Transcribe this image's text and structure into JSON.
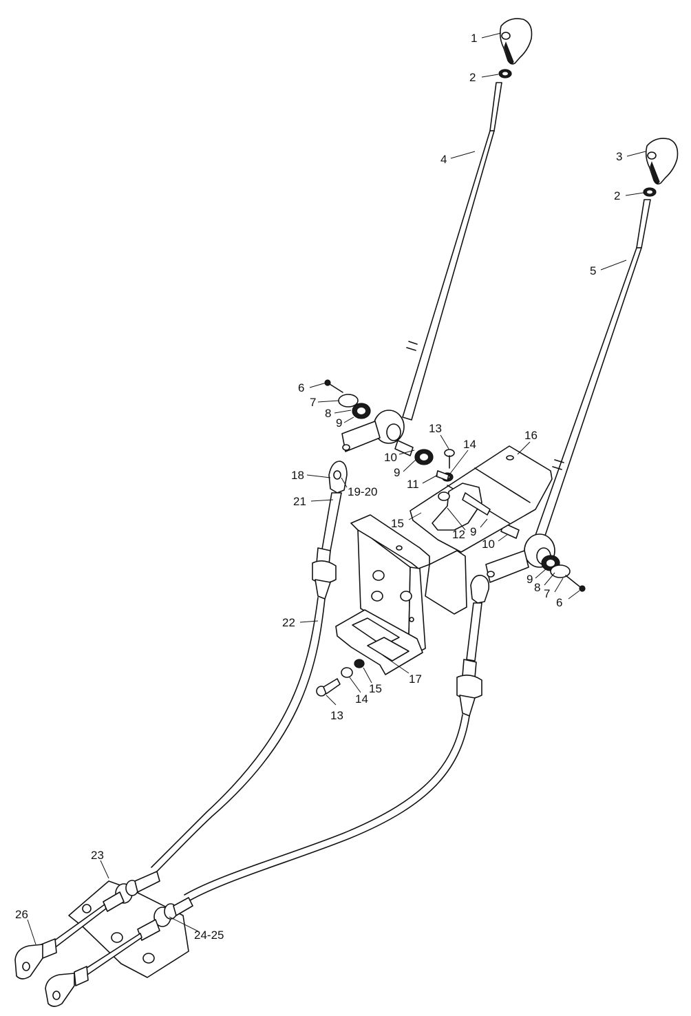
{
  "callouts": {
    "c1": "1",
    "c2a": "2",
    "c2b": "2",
    "c3": "3",
    "c4": "4",
    "c5": "5",
    "c6a": "6",
    "c6b": "6",
    "c7a": "7",
    "c7b": "7",
    "c8a": "8",
    "c8b": "8",
    "c9a": "9",
    "c9b": "9",
    "c9c": "9",
    "c9d": "9",
    "c10a": "10",
    "c10b": "10",
    "c11": "11",
    "c12": "12",
    "c13a": "13",
    "c13b": "13",
    "c14a": "14",
    "c14b": "14",
    "c15a": "15",
    "c15b": "15",
    "c16": "16",
    "c17": "17",
    "c18": "18",
    "c1920": "19-20",
    "c21": "21",
    "c22": "22",
    "c23": "23",
    "c2425": "24-25",
    "c26": "26"
  }
}
